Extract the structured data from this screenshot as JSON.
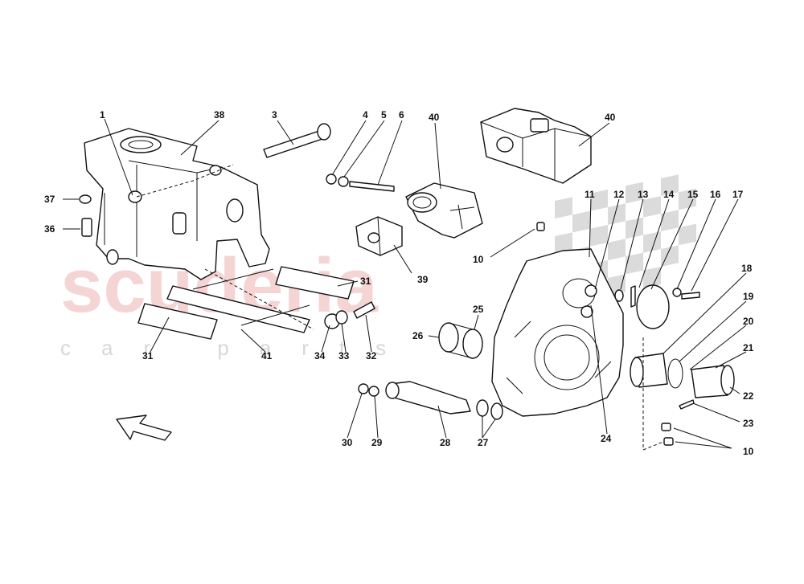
{
  "watermark": {
    "brand": "scuderia",
    "sub": "car parts"
  },
  "callouts": [
    "1",
    "38",
    "3",
    "4",
    "5",
    "6",
    "40",
    "40",
    "37",
    "36",
    "11",
    "12",
    "13",
    "14",
    "15",
    "16",
    "17",
    "10",
    "18",
    "19",
    "20",
    "21",
    "22",
    "23",
    "10",
    "31",
    "39",
    "25",
    "26",
    "24",
    "31",
    "41",
    "34",
    "33",
    "32",
    "30",
    "29",
    "28",
    "27"
  ],
  "arrow": {
    "direction": "up-left",
    "icon": "direction-arrow-icon"
  }
}
